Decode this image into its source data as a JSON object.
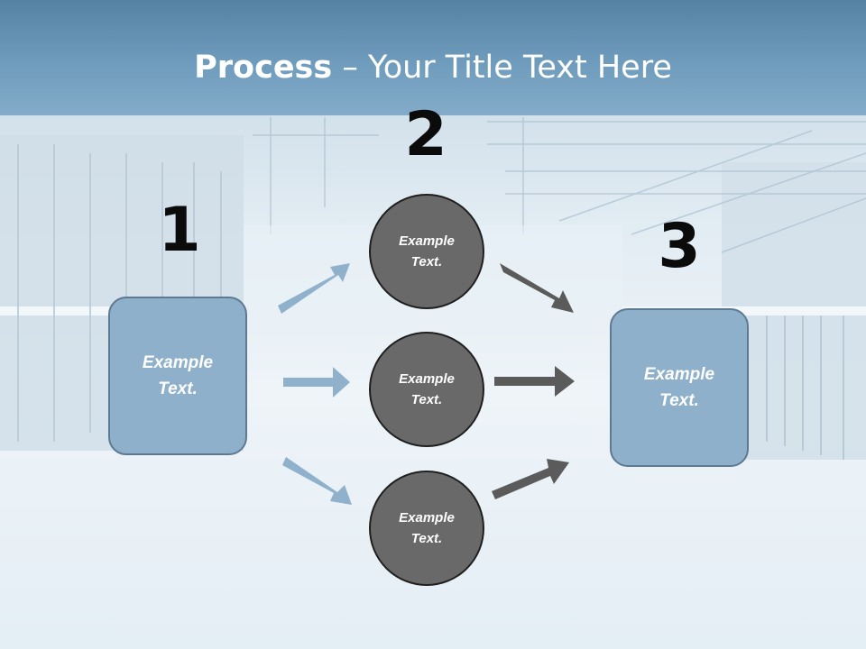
{
  "title": {
    "bold": "Process",
    "rest": " – Your Title Text Here"
  },
  "steps": [
    {
      "number": "1",
      "text": "Example\nText."
    },
    {
      "number": "2",
      "circles": [
        "Example\nText.",
        "Example\nText.",
        "Example\nText."
      ]
    },
    {
      "number": "3",
      "text": "Example\nText."
    }
  ],
  "colors": {
    "box_fill": "#8eb0cb",
    "circle_fill": "#696969",
    "left_arrow": "#8fb1cb",
    "right_arrow": "#5b5b5b",
    "title_band": "#6f9cbd"
  }
}
